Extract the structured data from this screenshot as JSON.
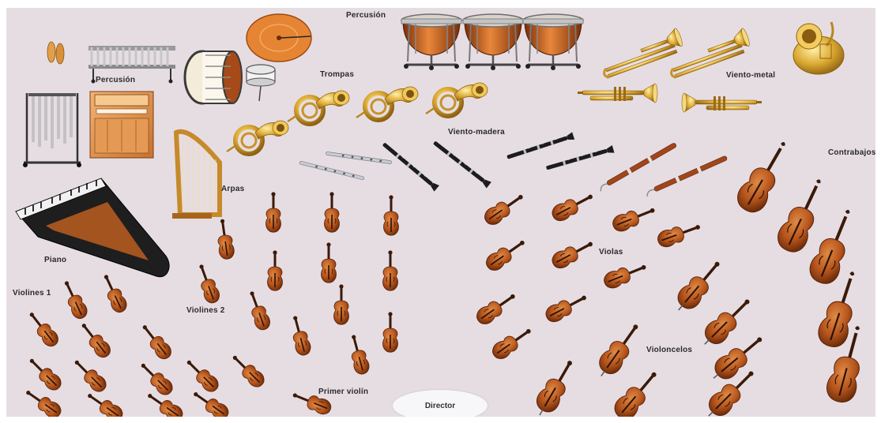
{
  "labels": {
    "percusion_top": "Percusión",
    "percusion_left": "Percusión",
    "trompas": "Trompas",
    "viento_metal": "Viento-metal",
    "viento_madera": "Viento-madera",
    "contrabajos": "Contrabajos",
    "arpas": "Arpas",
    "piano": "Piano",
    "violas": "Violas",
    "violines1": "Violines 1",
    "violines2": "Violines 2",
    "violonchelos": "Violoncelos",
    "primer_violin": "Primer violín",
    "director": "Director"
  },
  "colors": {
    "background": "#e6dde3",
    "wood": "#a34a17",
    "wood_light": "#d2762f",
    "brass": "#d9a62c",
    "brass_light": "#f3d376",
    "silver": "#b9bec4",
    "dark": "#1b1b1b"
  }
}
